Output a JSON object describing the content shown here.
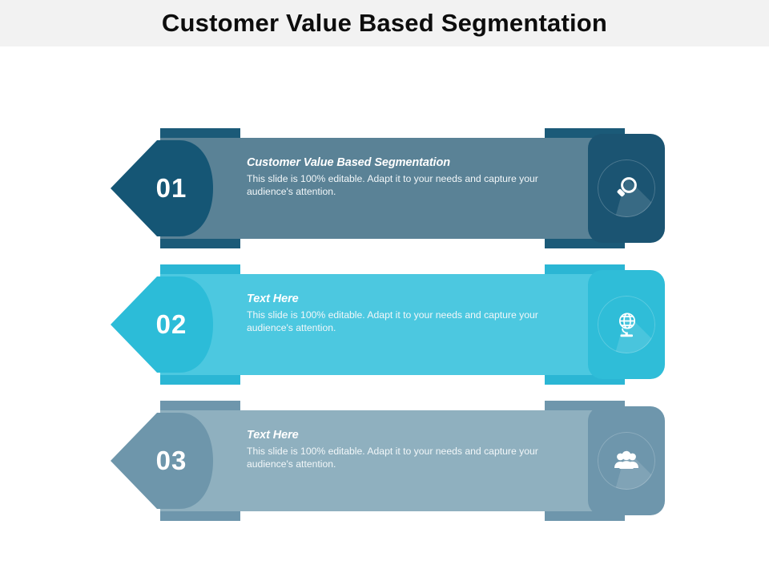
{
  "slide": {
    "title": "Customer Value Based Segmentation",
    "background_color": "#ffffff",
    "title_band_color": "#f2f2f2",
    "title_color": "#0d0d0d"
  },
  "rows": [
    {
      "number": "01",
      "heading": "Customer Value Based Segmentation",
      "description": "This slide is 100% editable.  Adapt it to your needs and capture your audience's attention.",
      "icon": "magnifier-icon",
      "colors": {
        "bar": "#5a8296",
        "ribbon": "#1b5a78",
        "arrow": "#155675",
        "tile": "#1b5472"
      }
    },
    {
      "number": "02",
      "heading": "Text Here",
      "description": "This slide is 100% editable.  Adapt it to your needs and capture your audience's attention.",
      "icon": "globe-icon",
      "colors": {
        "bar": "#4cc8e0",
        "ribbon": "#2bb6d4",
        "arrow": "#2cbcd8",
        "tile": "#2fbdd8"
      }
    },
    {
      "number": "03",
      "heading": "Text Here",
      "description": "This slide is 100% editable.  Adapt it to your needs and capture your audience's attention.",
      "icon": "people-icon",
      "colors": {
        "bar": "#8fb0bf",
        "ribbon": "#6e96ac",
        "arrow": "#6e96ab",
        "tile": "#6e96ac"
      }
    }
  ]
}
